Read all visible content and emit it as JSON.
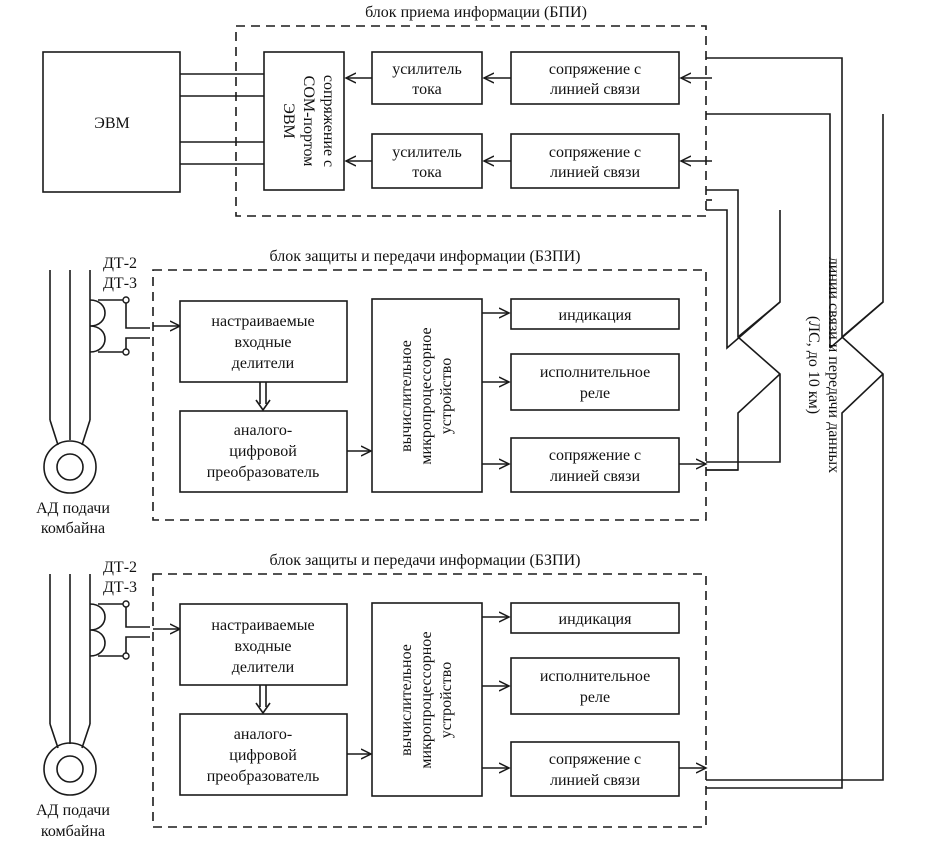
{
  "bpi": {
    "title": "блок приема информации (БПИ)",
    "evm": "ЭВМ",
    "com_line1": "сопряжение с",
    "com_line2": "COM-портом",
    "com_line3": "ЭВМ",
    "amp1_line1": "усилитель",
    "amp1_line2": "тока",
    "amp2_line1": "усилитель",
    "amp2_line2": "тока",
    "link1_line1": "сопряжение с",
    "link1_line2": "линией связи",
    "link2_line1": "сопряжение с",
    "link2_line2": "линией связи"
  },
  "bzpi1": {
    "title": "блок защиты и передачи информации (БЗПИ)",
    "dt2": "ДТ-2",
    "dt3": "ДТ-3",
    "div_line1": "настраиваемые",
    "div_line2": "входные",
    "div_line3": "делители",
    "adc_line1": "аналого-",
    "adc_line2": "цифровой",
    "adc_line3": "преобразователь",
    "mcu_line1": "вычислительное",
    "mcu_line2": "микропроцессорное",
    "mcu_line3": "устройство",
    "ind": "индикация",
    "relay_line1": "исполнительное",
    "relay_line2": "реле",
    "link_line1": "сопряжение с",
    "link_line2": "линией связи",
    "motor_line1": "АД подачи",
    "motor_line2": "комбайна"
  },
  "bzpi2": {
    "title": "блок защиты и передачи информации (БЗПИ)",
    "dt2": "ДТ-2",
    "dt3": "ДТ-3",
    "div_line1": "настраиваемые",
    "div_line2": "входные",
    "div_line3": "делители",
    "adc_line1": "аналого-",
    "adc_line2": "цифровой",
    "adc_line3": "преобразователь",
    "mcu_line1": "вычислительное",
    "mcu_line2": "микропроцессорное",
    "mcu_line3": "устройство",
    "ind": "индикация",
    "relay_line1": "исполнительное",
    "relay_line2": "реле",
    "link_line1": "сопряжение с",
    "link_line2": "линией связи",
    "motor_line1": "АД подачи",
    "motor_line2": "комбайна"
  },
  "line": {
    "label_line1": "линии связи и передачи данных",
    "label_line2": "(ЛС, до 10 км)"
  }
}
